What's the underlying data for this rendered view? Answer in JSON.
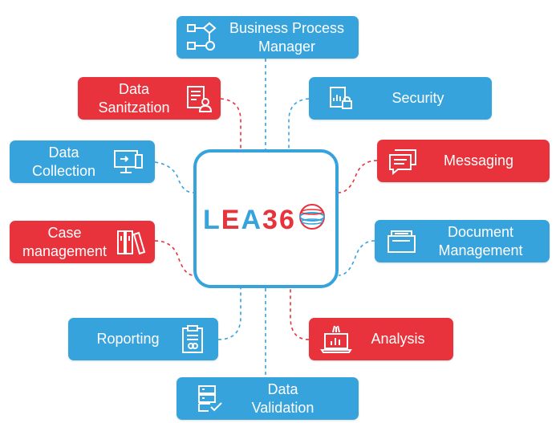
{
  "logo": {
    "letters": [
      "L",
      "E",
      "A",
      "36"
    ],
    "colors": {
      "blue": "#37a3dd",
      "red": "#e8323c"
    }
  },
  "nodes": {
    "bpm": {
      "label": "Business Process\nManager",
      "icon": "workflow-icon",
      "color": "#37a3dd"
    },
    "security": {
      "label": "Security",
      "icon": "lock-icon",
      "color": "#37a3dd"
    },
    "messaging": {
      "label": "Messaging",
      "icon": "chat-icon",
      "color": "#e8323c"
    },
    "document": {
      "label": "Document\nManagement",
      "icon": "folder-icon",
      "color": "#37a3dd"
    },
    "analysis": {
      "label": "Analysis",
      "icon": "laptop-chart-icon",
      "color": "#e8323c"
    },
    "validation": {
      "label": "Data\nValidation",
      "icon": "checklist-icon",
      "color": "#37a3dd"
    },
    "reporting": {
      "label": "Roporting",
      "icon": "clipboard-icon",
      "color": "#37a3dd"
    },
    "case": {
      "label": "Case\nmanagement",
      "icon": "binders-icon",
      "color": "#e8323c"
    },
    "collection": {
      "label": "Data\nCollection",
      "icon": "monitor-icon",
      "color": "#37a3dd"
    },
    "sanitization": {
      "label": "Data\nSanitzation",
      "icon": "user-doc-icon",
      "color": "#e8323c"
    }
  }
}
